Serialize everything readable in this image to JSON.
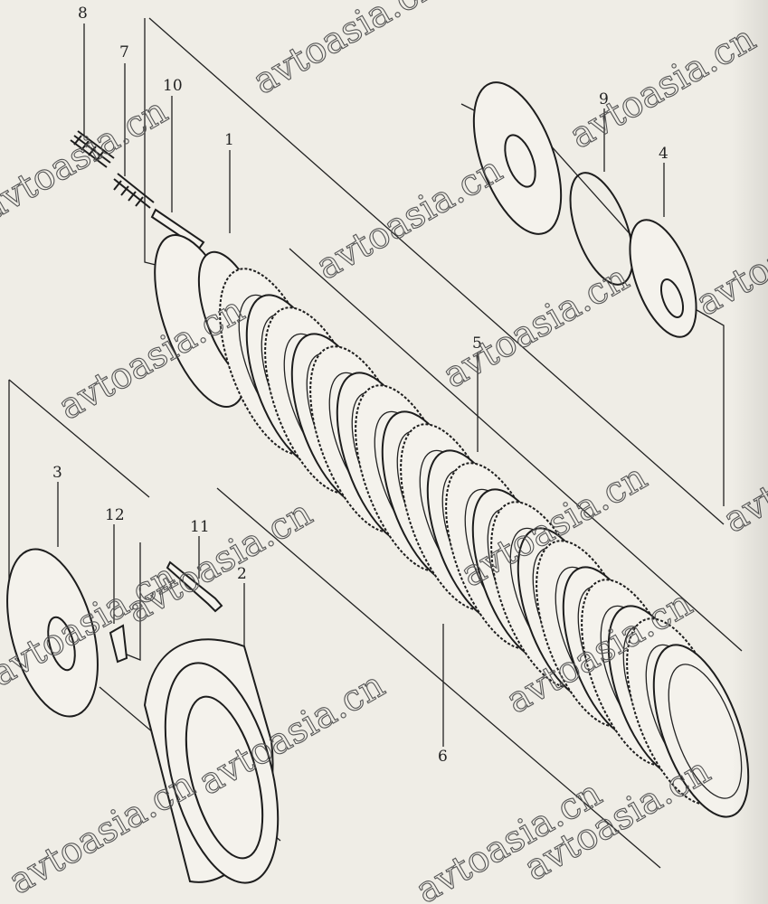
{
  "part_labels": {
    "p1": "1",
    "p2": "2",
    "p3": "3",
    "p4": "4",
    "p5": "5",
    "p6": "6",
    "p7": "7",
    "p8": "8",
    "p9": "9",
    "p10": "10",
    "p11": "11",
    "p12": "12"
  },
  "watermark": "avtoasia.cn",
  "colors": {
    "paper": "#efede6",
    "ink": "#1d1d1d"
  }
}
